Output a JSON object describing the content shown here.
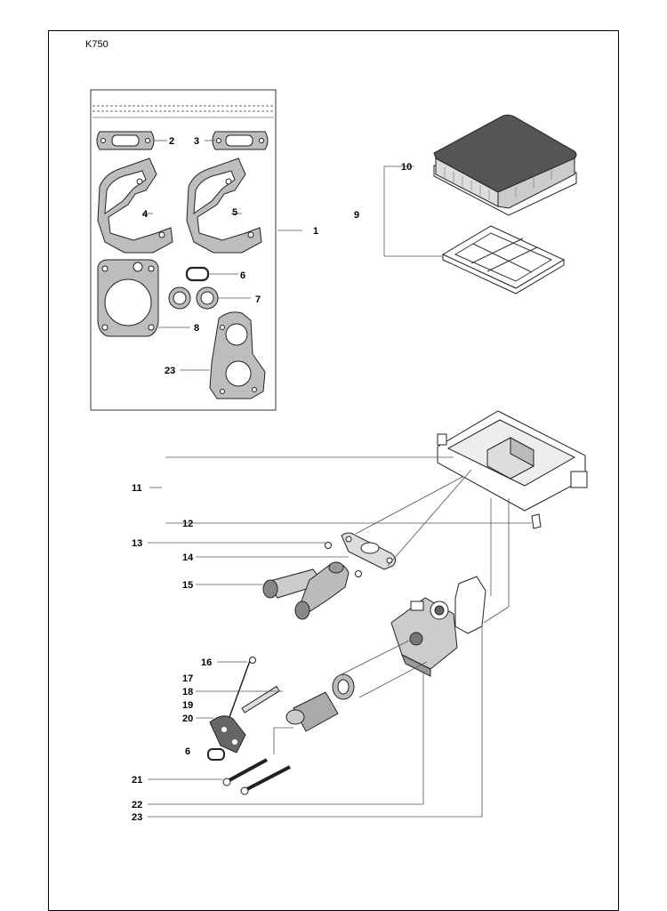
{
  "model": "K750",
  "callouts": [
    {
      "id": "c2",
      "text": "2"
    },
    {
      "id": "c3",
      "text": "3"
    },
    {
      "id": "c4",
      "text": "4"
    },
    {
      "id": "c5",
      "text": "5"
    },
    {
      "id": "c1",
      "text": "1"
    },
    {
      "id": "c6a",
      "text": "6"
    },
    {
      "id": "c7",
      "text": "7"
    },
    {
      "id": "c8",
      "text": "8"
    },
    {
      "id": "c23a",
      "text": "23"
    },
    {
      "id": "c10",
      "text": "10"
    },
    {
      "id": "c9",
      "text": "9"
    },
    {
      "id": "c11",
      "text": "11"
    },
    {
      "id": "c12",
      "text": "12"
    },
    {
      "id": "c13",
      "text": "13"
    },
    {
      "id": "c14",
      "text": "14"
    },
    {
      "id": "c15",
      "text": "15"
    },
    {
      "id": "c16",
      "text": "16"
    },
    {
      "id": "c17",
      "text": "17"
    },
    {
      "id": "c18",
      "text": "18"
    },
    {
      "id": "c19",
      "text": "19"
    },
    {
      "id": "c20",
      "text": "20"
    },
    {
      "id": "c6b",
      "text": "6"
    },
    {
      "id": "c21",
      "text": "21"
    },
    {
      "id": "c22",
      "text": "22"
    },
    {
      "id": "c23b",
      "text": "23"
    }
  ]
}
